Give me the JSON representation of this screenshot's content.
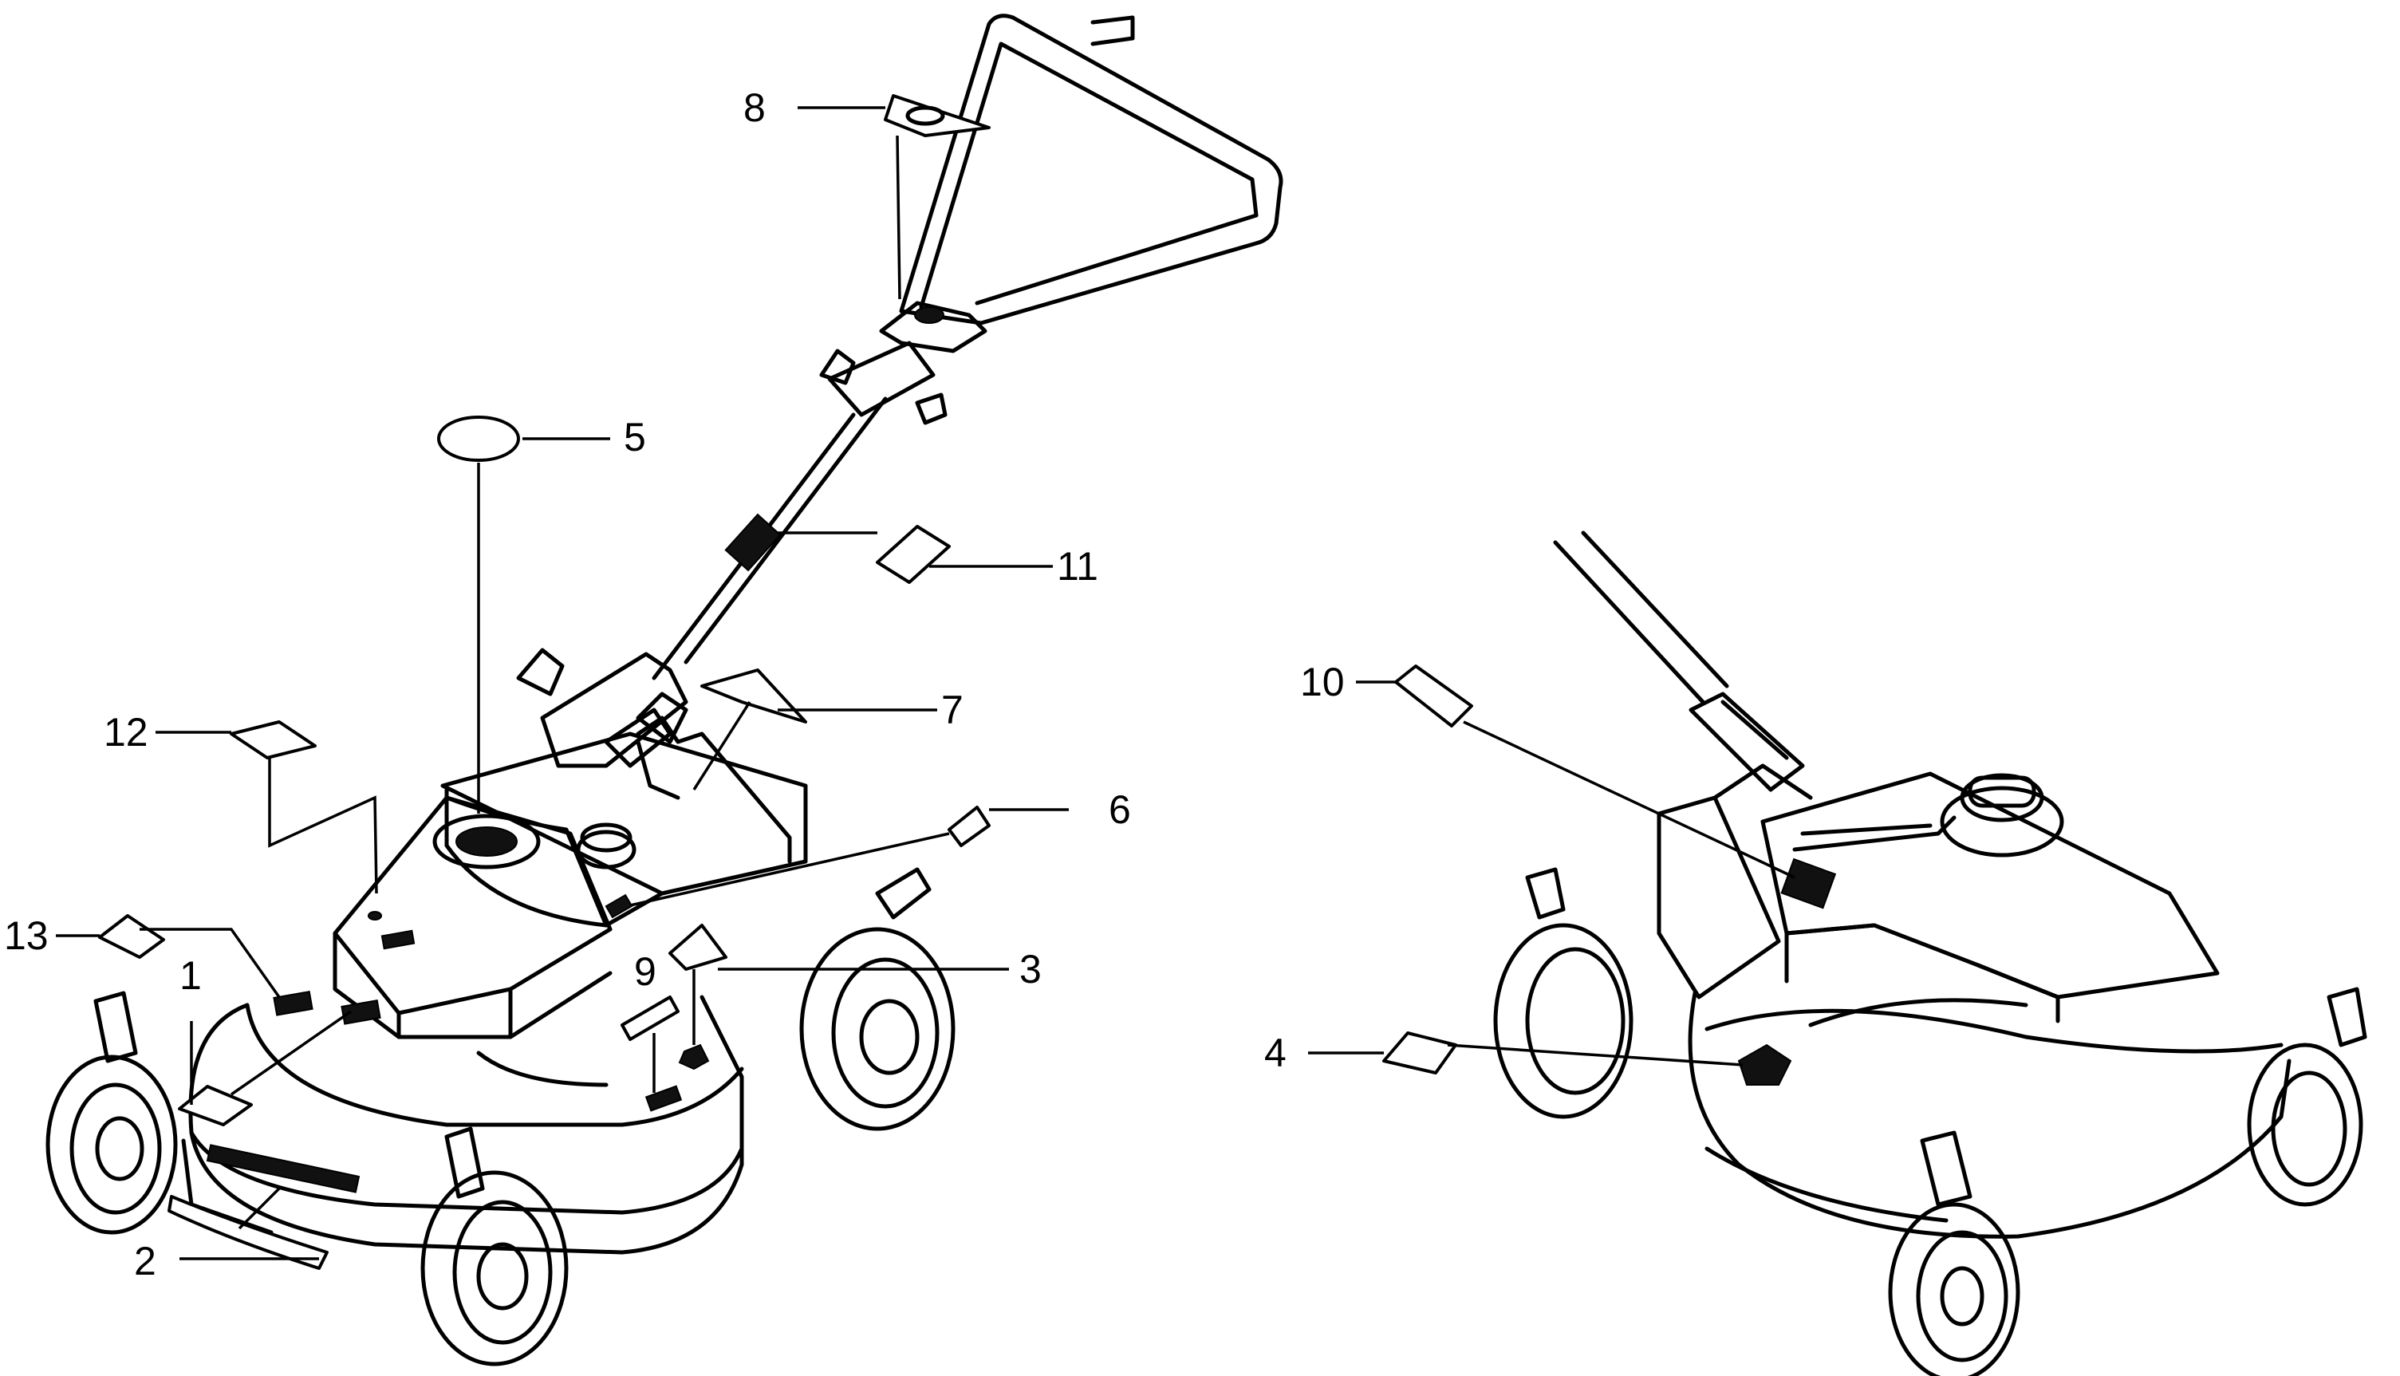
{
  "title": "Mower decal placement diagram",
  "callouts": {
    "c1": "1",
    "c2": "2",
    "c3": "3",
    "c4": "4",
    "c5": "5",
    "c6": "6",
    "c7": "7",
    "c8": "8",
    "c9": "9",
    "c10": "10",
    "c11": "11",
    "c12": "12",
    "c13": "13"
  },
  "colors": {
    "line": "#000000",
    "background": "#ffffff"
  }
}
